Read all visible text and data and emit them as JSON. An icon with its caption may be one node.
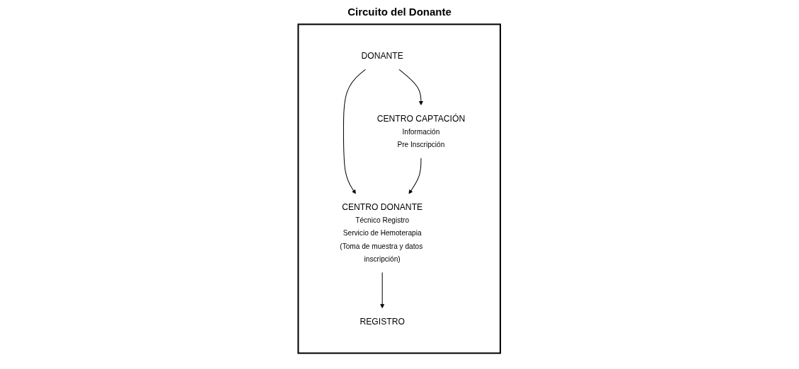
{
  "diagram": {
    "title": "Circuito del Donante",
    "nodes": [
      {
        "text": [],
        "shape": "box"
      },
      {
        "text": [
          "DONANTE"
        ],
        "in": 0
      },
      {
        "text": [
          "CENTRO CAPTACIÓN",
          "Información",
          "Pre Inscripción"
        ],
        "in": 0
      },
      {
        "text": [
          "CENTRO DONANTE",
          "Técnico Registro",
          "Servicio de Hemoterapia",
          "(Toma de muestra y datos inscripción)"
        ],
        "in": 0
      },
      {
        "text": [
          "REGISTRO"
        ],
        "in": 0
      }
    ],
    "edges": [
      {
        "from": 1,
        "to": 2,
        "arrow": "to"
      },
      {
        "from": 1,
        "to": 3,
        "arrow": "to"
      },
      {
        "from": 2,
        "to": 3,
        "arrow": "to"
      },
      {
        "from": 3,
        "to": 4,
        "arrow": "to"
      }
    ]
  }
}
